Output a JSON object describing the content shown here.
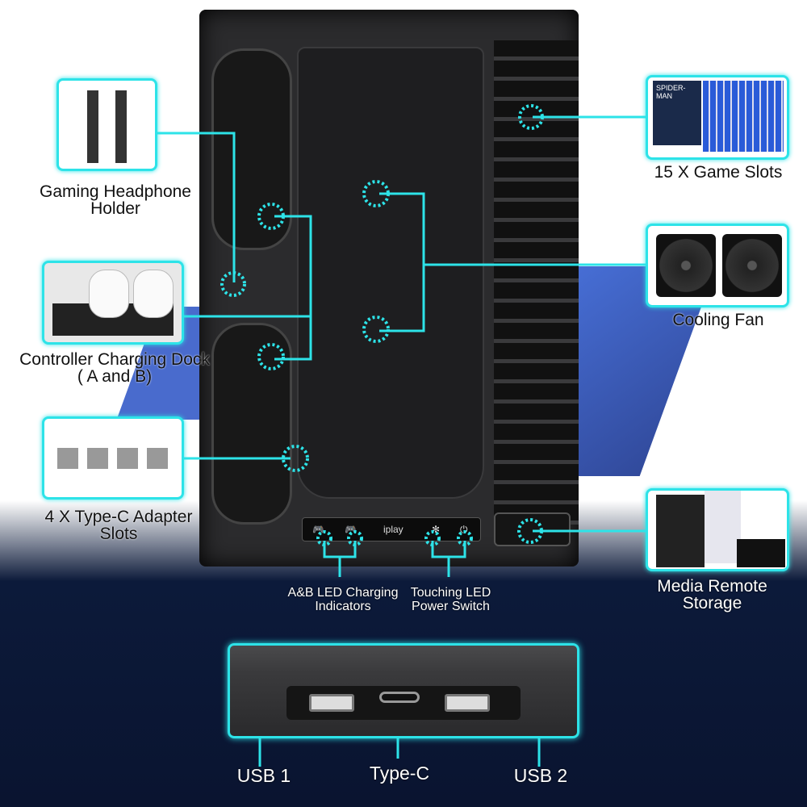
{
  "brand": "iplay",
  "callouts": {
    "headphone": "Gaming Headphone Holder",
    "dock": "Controller Charging Dock ( A and B)",
    "typec_slots": "4 X Type-C Adapter Slots",
    "game_slots": "15 X Game Slots",
    "fan": "Cooling Fan",
    "media": "Media Remote Storage",
    "led": "A&B LED Charging Indicators",
    "power": "Touching LED Power Switch",
    "usb1": "USB 1",
    "typec": "Type-C",
    "usb2": "USB 2"
  },
  "game_cover": "SPIDER-MAN",
  "colors": {
    "accent": "#2de3e8",
    "device": "#2b2b2d"
  }
}
